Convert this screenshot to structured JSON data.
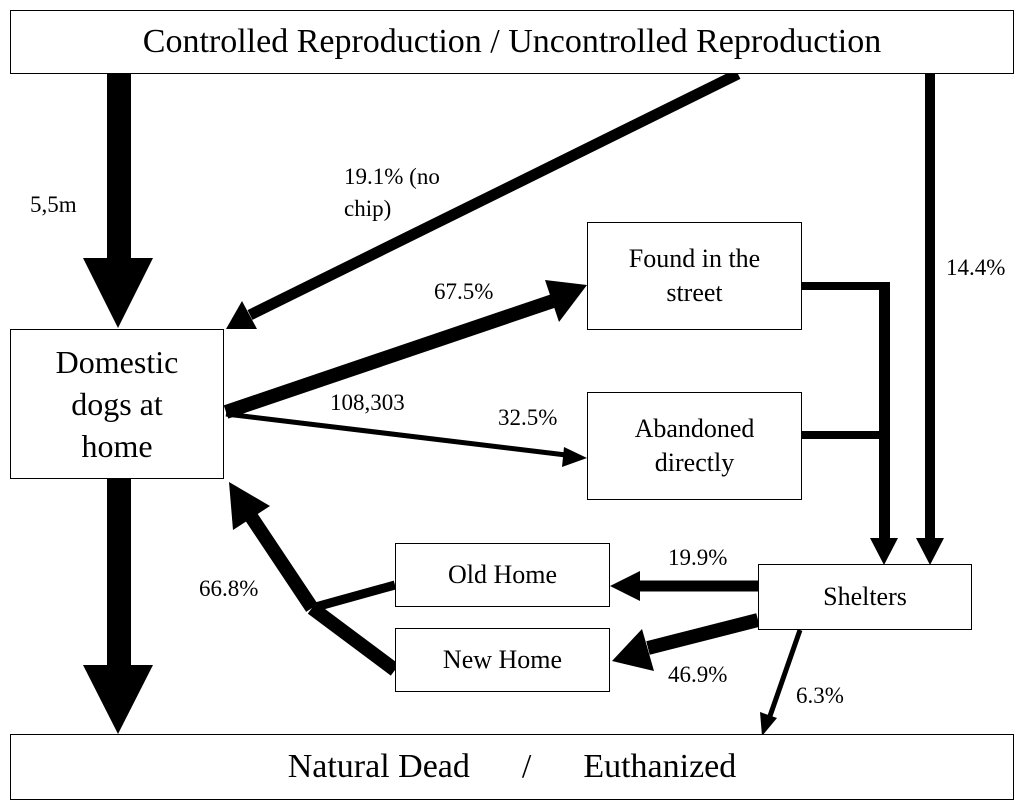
{
  "nodes": {
    "reproduction": "Controlled Reproduction / Uncontrolled Reproduction",
    "domestic": [
      "Domestic",
      "dogs at",
      "home"
    ],
    "found": [
      "Found in the",
      "street"
    ],
    "abandoned": [
      "Abandoned",
      "directly"
    ],
    "shelters": "Shelters",
    "old_home": "Old Home",
    "new_home": "New Home",
    "outcome_left": "Natural Dead",
    "outcome_sep": "/",
    "outcome_right": "Euthanized"
  },
  "edges": {
    "births": "5,5m",
    "no_chip": [
      "19.1% (no",
      "chip)"
    ],
    "to_shelter_direct": "14.4%",
    "found_pct": "67.5%",
    "abandoned_count": "108,303",
    "abandoned_pct": "32.5%",
    "old_home_pct": "19.9%",
    "new_home_pct": "46.9%",
    "returned_pct": "66.8%",
    "shelter_death_pct": "6.3%"
  }
}
